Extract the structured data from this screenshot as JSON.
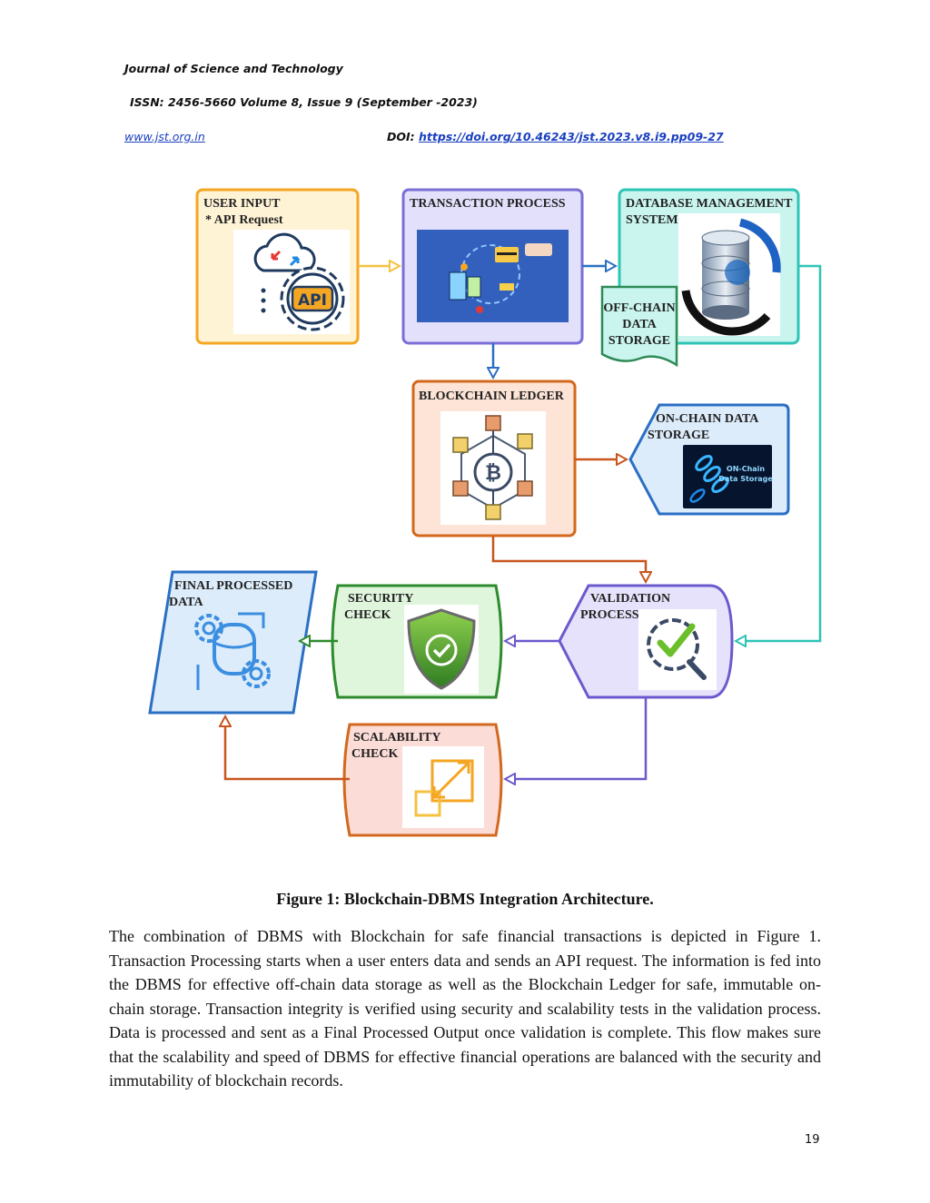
{
  "header": {
    "journal": "Journal of Science and Technology",
    "issn": "ISSN: 2456-5660 Volume 8, Issue 9 (September -2023)",
    "website": "www.jst.org.in",
    "doi_label": "DOI:",
    "doi_link": "https://doi.org/10.46243/jst.2023.v8.i9.pp09-27"
  },
  "diagram": {
    "user_input": {
      "title": "USER INPUT",
      "subtitle": "* API Request",
      "icon_text": "API"
    },
    "transaction": {
      "title": "TRANSACTION PROCESS"
    },
    "dbms": {
      "title_line1": "DATABASE MANAGEMENT",
      "title_line2": "SYSTEM"
    },
    "offchain": {
      "line1": "OFF-CHAIN",
      "line2": "DATA",
      "line3": "STORAGE"
    },
    "ledger": {
      "title": "BLOCKCHAIN LEDGER"
    },
    "onchain": {
      "line1": "ON-CHAIN DATA",
      "line2": "STORAGE",
      "badge_line1": "ON-Chain",
      "badge_line2": "Data Storage"
    },
    "final": {
      "line1": "FINAL PROCESSED",
      "line2": "DATA"
    },
    "security": {
      "line1": "SECURITY",
      "line2": "CHECK"
    },
    "validation": {
      "line1": "VALIDATION",
      "line2": "PROCESS"
    },
    "scalability": {
      "line1": "SCALABILITY",
      "line2": "CHECK"
    },
    "colors": {
      "user_input": "#f5a623",
      "transaction": "#7b6fd6",
      "dbms": "#2ec4b6",
      "ledger": "#d2691e",
      "onchain": "#2b6fc4",
      "final": "#2b6fc4",
      "security": "#2e8b2e",
      "validation": "#6a5acd",
      "scalability": "#d2691e"
    }
  },
  "caption": "Figure 1: Blockchain-DBMS Integration Architecture.",
  "paragraph": "The combination of DBMS with Blockchain for safe financial transactions is depicted in Figure 1. Transaction Processing starts when a user enters data and sends an API request. The information is fed into the DBMS for effective off-chain data storage as well as the Blockchain Ledger for safe, immutable on-chain storage. Transaction integrity is verified using security and scalability tests in the validation process. Data is processed and sent as a Final Processed Output once validation is complete. This flow makes sure that the scalability and speed of DBMS for effective financial operations are balanced with the security and immutability of blockchain records.",
  "page_number": "19"
}
